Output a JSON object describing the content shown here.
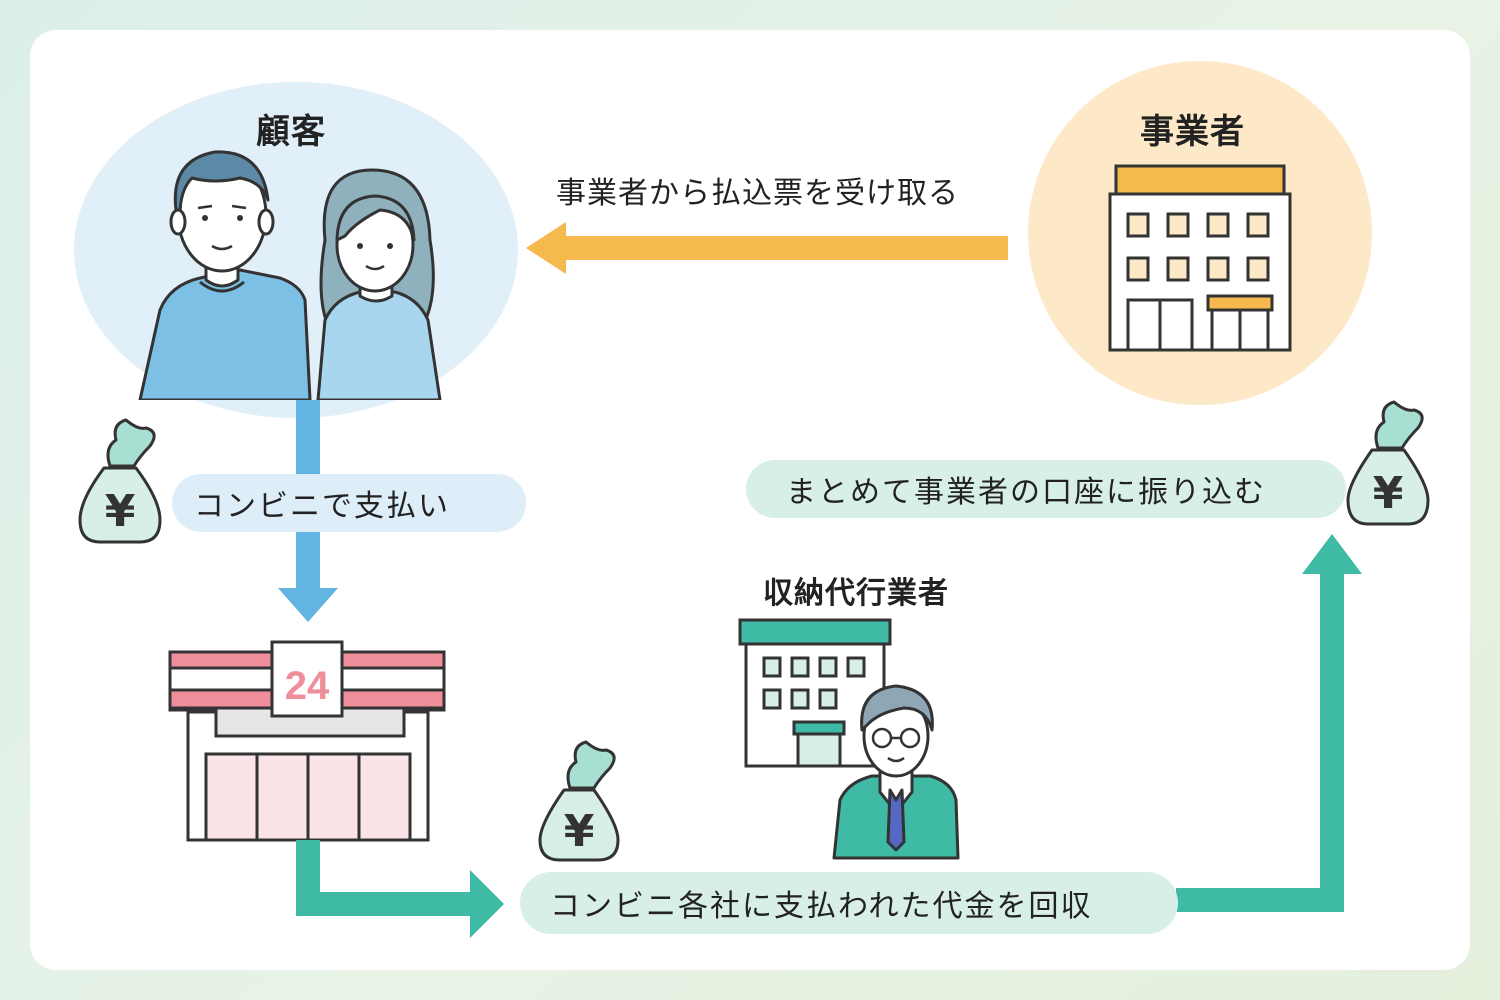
{
  "labels": {
    "customer": "顧客",
    "business": "事業者",
    "agent": "収納代行業者",
    "receive_slip": "事業者から払込票を受け取る",
    "pay_at_store": "コンビニで支払い",
    "collect": "コンビニ各社に支払われた代金を回収",
    "transfer": "まとめて事業者の口座に振り込む",
    "store_sign": "24"
  },
  "money_symbol": "¥",
  "colors": {
    "customer_arrow": "#62b4e2",
    "business_arrow": "#f6b94e",
    "agent_arrow": "#3ebaa5",
    "customer_circle": "#e1eff8",
    "business_circle": "#fde8c8",
    "store_red": "#ef8e9b"
  },
  "icons": [
    "man-icon",
    "woman-icon",
    "office-building-icon",
    "convenience-store-icon",
    "agent-building-icon",
    "businessman-icon",
    "money-bag-icon"
  ]
}
